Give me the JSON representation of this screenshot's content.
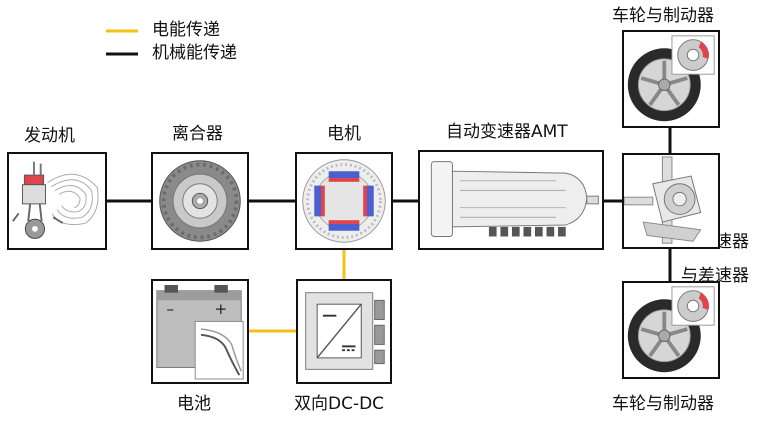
{
  "legend": {
    "electric": "电能传递",
    "mechanical": "机械能传递"
  },
  "components": {
    "engine": "发动机",
    "clutch": "离合器",
    "motor": "电机",
    "amt": "自动变速器AMT",
    "wheel_top": "车轮与制动器",
    "wheel_bottom": "车轮与制动器",
    "final_drive_line1": "主减速器",
    "final_drive_line2": "与差速器",
    "battery": "电池",
    "dcdc": "双向DC-DC"
  },
  "colors": {
    "electric_line": "#f2c018",
    "mechanical_line": "#111111",
    "motor_magnet_red": "#e0454e",
    "motor_magnet_blue": "#4a5fd0"
  },
  "icons": [
    "engine-icon",
    "clutch-icon",
    "motor-icon",
    "gearbox-icon",
    "wheel-brake-icon",
    "differential-icon",
    "battery-icon",
    "dcdc-converter-icon"
  ]
}
